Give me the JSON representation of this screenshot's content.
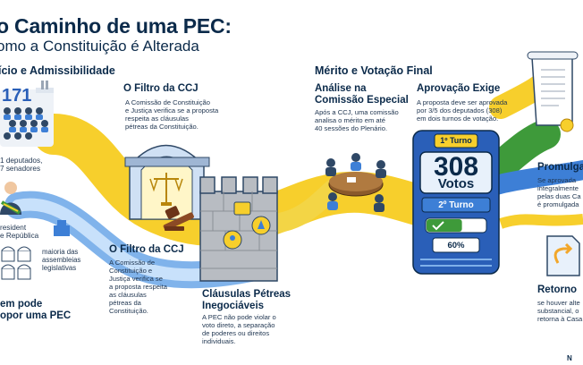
{
  "header": {
    "title": "o Caminho de uma PEC:",
    "subtitle": "omo a Constituição é Alterada"
  },
  "sections": {
    "left": "ício e Admissibilidade",
    "right": "Mérito e Votação Final"
  },
  "initiative": {
    "number": "171",
    "deputies": "1 deputados,\n7 senadores",
    "president": "resident\ne República",
    "assemblies": "maioria das\nassembleias\nlegislativas",
    "who_can": "em pode\nopor uma PEC"
  },
  "ccj_top": {
    "heading": "O Filtro da CCJ",
    "text": "A Comissão de Constituição\ne Justiça verifica se a proposta\nrespeita as cláusulas\npétreas da Constituição."
  },
  "ccj_bottom": {
    "heading": "O Filtro da CCJ",
    "text": "A Comissão de\nConstituição e\nJustiça verifica se\na proposta respeita\nas cláusulas\npétreas da\nConstituição."
  },
  "clausulas": {
    "heading": "Cláusulas Pétreas\nInegociáveis",
    "text": "A PEC não pode violar o\nvoto direto, a separação\nde poderes ou direitos\nindividuais."
  },
  "special_committee": {
    "heading": "Análise na\nComissão Especial",
    "text": "Após a CCJ, uma comissão\nanalisa o mérito em até\n40 sessões do Plenário."
  },
  "approval": {
    "heading": "Aprovação Exige",
    "text": "A proposta deve ser aprovada\npor 3/5 dos deputados (308)\nem dois turnos de votação."
  },
  "counter": {
    "first_turn": "1º Turno",
    "votes": "308",
    "votes_label": "Votos",
    "second_turn": "2º Turno",
    "percent_label": "60%",
    "progress": 0.6
  },
  "promulgation": {
    "heading": "Promulgaç",
    "text": "Se aprovada\nintegralmente\npelas duas Ca\né promulgada"
  },
  "return": {
    "heading": "Retorno",
    "text": "se houver alte\nsubstancial, o\nretorna à Casa"
  },
  "footer": {
    "mark": "N"
  },
  "colors": {
    "navy": "#0b2a4a",
    "yellow": "#f7cf2c",
    "blue": "#3d7fd6",
    "green": "#3e9a3a",
    "gray": "#b8bcc2"
  }
}
